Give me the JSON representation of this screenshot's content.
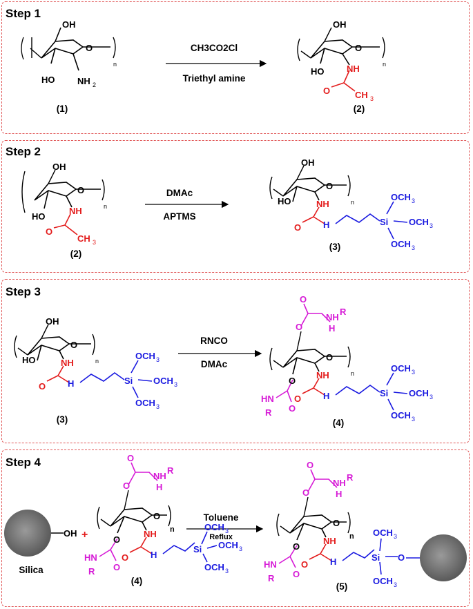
{
  "steps": [
    {
      "title": "Step 1",
      "reagent_top": "CH3CO2Cl",
      "reagent_bottom": "Triethyl amine",
      "labels": [
        "(1)",
        "(2)"
      ]
    },
    {
      "title": "Step 2",
      "reagent_top": "DMAc",
      "reagent_bottom": "APTMS",
      "labels": [
        "(2)",
        "(3)"
      ]
    },
    {
      "title": "Step 3",
      "reagent_top": "RNCO",
      "reagent_bottom": "DMAc",
      "labels": [
        "(3)",
        "(4)"
      ]
    },
    {
      "title": "Step 4",
      "reagent_top": "Toluene",
      "reagent_bottom": "Reflux",
      "labels": [
        "(4)",
        "(5)"
      ],
      "silica_label": "Silica"
    }
  ],
  "atoms": {
    "oh": "OH",
    "nh2": "NH",
    "ho": "HO",
    "nh": "NH",
    "n": "n",
    "o": "O",
    "ch3": "CH",
    "och3": "OCH",
    "si": "Si",
    "h": "H",
    "r": "R",
    "hn": "HN",
    "plus": "+",
    "sub2": "2",
    "sub3": "3"
  },
  "colors": {
    "frame": "#e05555",
    "red": "#e31b1b",
    "blue": "#1a1ae0",
    "magenta": "#d61ad6",
    "silica": "#8a8a8a"
  }
}
